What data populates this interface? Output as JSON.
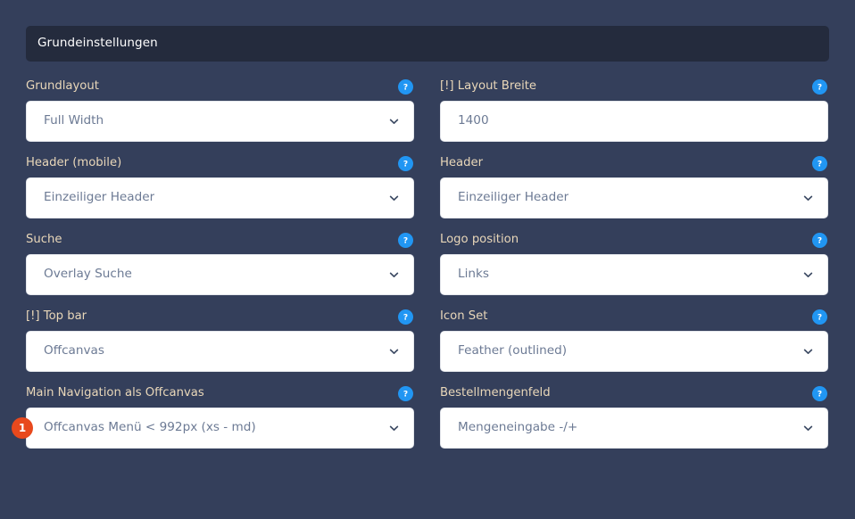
{
  "panel": {
    "title": "Grundeinstellungen",
    "help_icon": "help-question-icon",
    "chevron_icon": "chevron-down-icon"
  },
  "colors": {
    "page_background": "#343f5b",
    "panel_header_background": "#242b3d",
    "label_text": "#e9d7b9",
    "control_background": "#ffffff",
    "control_value_text": "#6c7a94",
    "help_icon_background": "#2196f3",
    "badge_background": "#e8491d",
    "badge_text": "#ffffff"
  },
  "fields": [
    {
      "label": "Grundlayout",
      "type": "select",
      "value": "Full Width",
      "column": "left",
      "badge": null
    },
    {
      "label": "[!] Layout Breite",
      "type": "input",
      "value": "1400",
      "column": "right",
      "badge": null
    },
    {
      "label": "Header (mobile)",
      "type": "select",
      "value": "Einzeiliger Header",
      "column": "left",
      "badge": null
    },
    {
      "label": "Header",
      "type": "select",
      "value": "Einzeiliger Header",
      "column": "right",
      "badge": null
    },
    {
      "label": "Suche",
      "type": "select",
      "value": "Overlay Suche",
      "column": "left",
      "badge": null
    },
    {
      "label": "Logo position",
      "type": "select",
      "value": "Links",
      "column": "right",
      "badge": null
    },
    {
      "label": "[!] Top bar",
      "type": "select",
      "value": "Offcanvas",
      "column": "left",
      "badge": null
    },
    {
      "label": "Icon Set",
      "type": "select",
      "value": "Feather (outlined)",
      "column": "right",
      "badge": null
    },
    {
      "label": "Main Navigation als Offcanvas",
      "type": "select",
      "value": "Offcanvas Menü < 992px (xs - md)",
      "column": "left",
      "badge": "1"
    },
    {
      "label": "Bestellmengenfeld",
      "type": "select",
      "value": "Mengeneingabe -/+",
      "column": "right",
      "badge": null
    }
  ]
}
